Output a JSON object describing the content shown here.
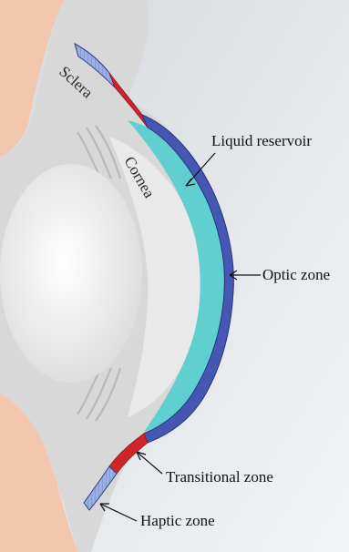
{
  "labels": {
    "sclera": "Sclera",
    "cornea": "Cornea",
    "liquid_reservoir": "Liquid reservoir",
    "optic_zone": "Optic zone",
    "transitional_zone": "Transitional zone",
    "haptic_zone": "Haptic zone"
  },
  "colors": {
    "background_top": "#d9dde0",
    "background_bottom": "#eef2f6",
    "skin": "#f2c7ae",
    "sclera": "#dcdcdc",
    "lens": "#f1f1f1",
    "cornea_fill": "#e6e6e6",
    "liquid_reservoir": "#5ecfd0",
    "optic_zone": "#4656b3",
    "transitional_zone": "#d1232b",
    "haptic_zone": "#8fa6d8"
  }
}
